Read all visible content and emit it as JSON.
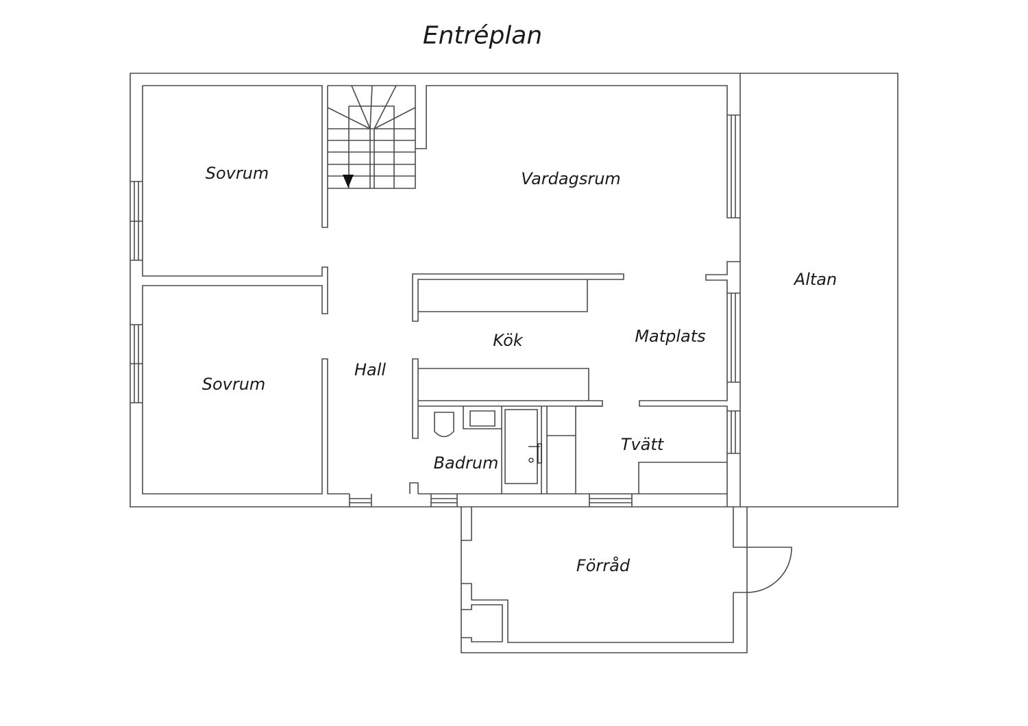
{
  "title": "Entréplan",
  "rooms": {
    "sovrum_top": "Sovrum",
    "sovrum_bottom": "Sovrum",
    "vardagsrum": "Vardagsrum",
    "altan": "Altan",
    "kok": "Kök",
    "matplats": "Matplats",
    "hall": "Hall",
    "badrum": "Badrum",
    "tvatt": "Tvätt",
    "forrad": "Förråd"
  }
}
